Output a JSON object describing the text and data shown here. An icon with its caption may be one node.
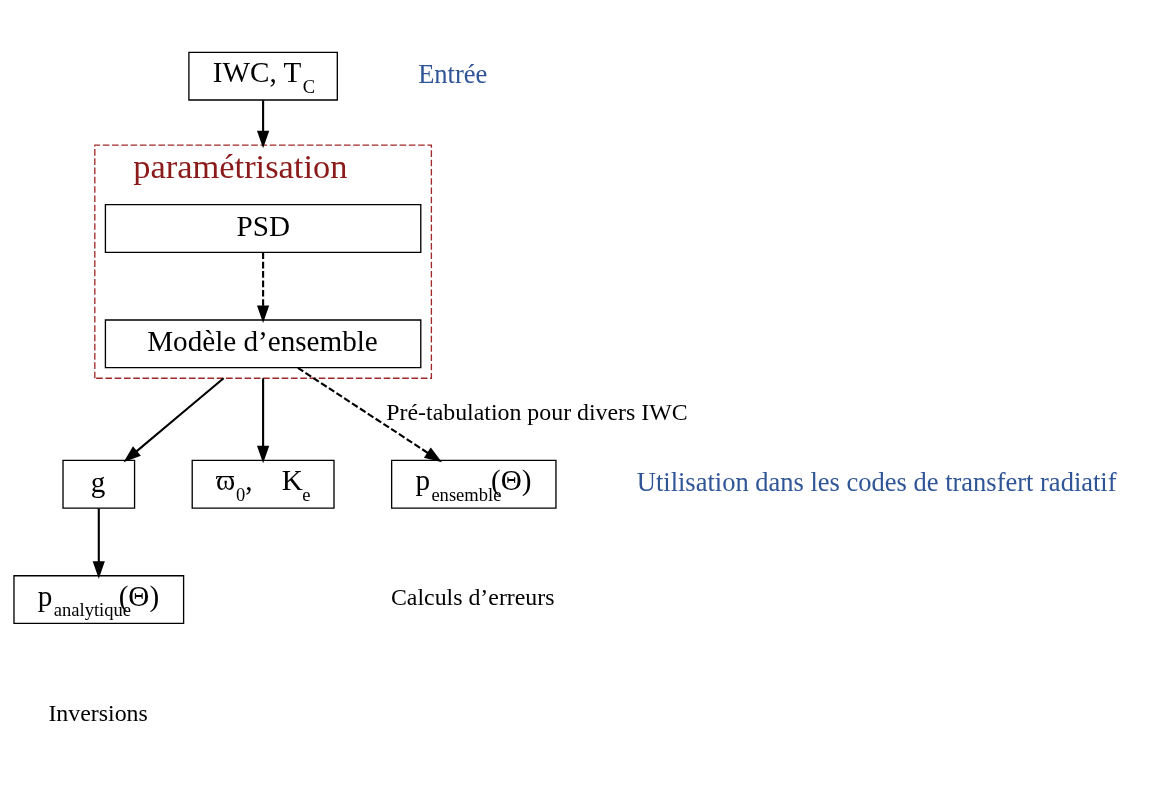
{
  "diagram": {
    "nodes": [
      {
        "text": [
          "IWC, T$_{C}$"
        ]
      },
      {
        "text": [
          "paramétrisation"
        ]
      },
      {
        "text": [
          "PSD"
        ],
        "in": 1
      },
      {
        "text": [
          "Modèle d’ensemble"
        ],
        "in": 1
      },
      {
        "text": [
          "g"
        ]
      },
      {
        "text": [
          "p$_{analytique}$(Θ)"
        ]
      },
      {
        "text": [
          "ϖ$_{0}$,    K$_{e}$"
        ]
      },
      {
        "text": [
          "p$_{ensemble}$(Θ)"
        ]
      }
    ],
    "edges": [
      {
        "from": 0,
        "to": 1,
        "arrow": "to"
      },
      {
        "from": 2,
        "to": 3,
        "arrow": "to",
        "style": "dashed"
      },
      {
        "from": 1,
        "to": 4,
        "arrow": "to"
      },
      {
        "from": 4,
        "to": 5,
        "arrow": "to"
      },
      {
        "from": 1,
        "to": 6,
        "arrow": "to"
      },
      {
        "from": 3,
        "to": 7,
        "arrow": "to",
        "style": "dashed",
        "label": "Pré-tabulation pour divers IWC"
      }
    ],
    "labels": [
      "Entrée",
      "Utilisation dans les codes de transfert radiatif",
      "Inversions",
      "Calculs d’erreurs"
    ]
  }
}
